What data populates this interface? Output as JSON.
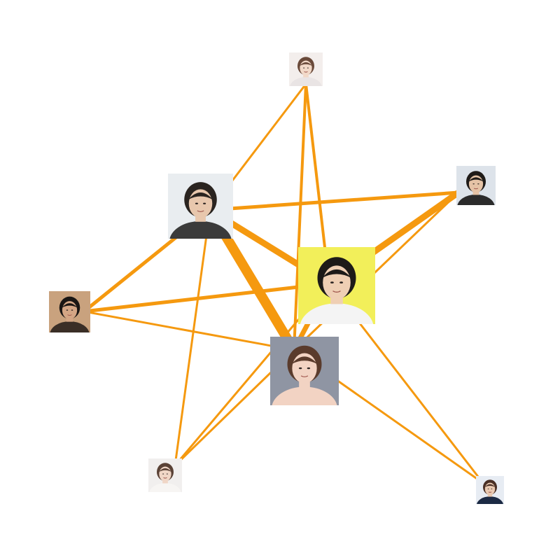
{
  "graph": {
    "edge_color": "#F5990F",
    "background": "#FFFFFF",
    "nodes": [
      {
        "id": "actor-a",
        "icon": "portrait-man-dark-hair-icon",
        "prominence": "large",
        "tones": {
          "bg": "#e9edf0",
          "skin": "#e8c7ad",
          "hair": "#2a2420",
          "cloth": "#3b3b3b"
        }
      },
      {
        "id": "actor-b",
        "icon": "portrait-man-yellow-background-icon",
        "prominence": "large",
        "tones": {
          "bg": "#f2ef5a",
          "skin": "#efcfb4",
          "hair": "#1d1a18",
          "cloth": "#f4f4f4"
        }
      },
      {
        "id": "actress-a",
        "icon": "portrait-woman-smiling-icon",
        "prominence": "large",
        "tones": {
          "bg": "#8f95a3",
          "skin": "#f2d3c3",
          "hair": "#5a3b2c",
          "cloth": "#f2d3c3"
        }
      },
      {
        "id": "actress-b",
        "icon": "portrait-woman-light-hair-icon",
        "prominence": "small",
        "tones": {
          "bg": "#f3eeec",
          "skin": "#f2d9c8",
          "hair": "#6a4a3a",
          "cloth": "#e9e4e4"
        }
      },
      {
        "id": "actor-c",
        "icon": "portrait-man-short-hair-icon",
        "prominence": "small",
        "tones": {
          "bg": "#dde3ea",
          "skin": "#e5c3a6",
          "hair": "#1f1b18",
          "cloth": "#2b2b2b"
        }
      },
      {
        "id": "actor-d",
        "icon": "portrait-man-beard-icon",
        "prominence": "small",
        "tones": {
          "bg": "#c9a27e",
          "skin": "#d4a685",
          "hair": "#1a1614",
          "cloth": "#3a2e26"
        }
      },
      {
        "id": "actress-c",
        "icon": "portrait-woman-white-top-icon",
        "prominence": "small",
        "tones": {
          "bg": "#f1efee",
          "skin": "#f0d6c6",
          "hair": "#5a4236",
          "cloth": "#f7f5f3"
        }
      },
      {
        "id": "actress-d",
        "icon": "portrait-woman-microphone-icon",
        "prominence": "small",
        "tones": {
          "bg": "#e7ecf3",
          "skin": "#e9c9b1",
          "hair": "#4a3026",
          "cloth": "#1c2a44"
        }
      }
    ],
    "edges": [
      {
        "source": "actor-a",
        "target": "actress-a",
        "strength": 14
      },
      {
        "source": "actor-b",
        "target": "actor-a",
        "strength": 9
      },
      {
        "source": "actor-b",
        "target": "actor-c",
        "strength": 9
      },
      {
        "source": "actor-a",
        "target": "actor-c",
        "strength": 5
      },
      {
        "source": "actor-d",
        "target": "actor-b",
        "strength": 5
      },
      {
        "source": "actor-d",
        "target": "actor-a",
        "strength": 5
      },
      {
        "source": "actor-b",
        "target": "actress-a",
        "strength": 7
      },
      {
        "source": "actor-d",
        "target": "actress-a",
        "strength": 3
      },
      {
        "source": "actress-b",
        "target": "actor-b",
        "strength": 4
      },
      {
        "source": "actress-b",
        "target": "actress-a",
        "strength": 4
      },
      {
        "source": "actress-b",
        "target": "actor-a",
        "strength": 3
      },
      {
        "source": "actor-c",
        "target": "actress-a",
        "strength": 3
      },
      {
        "source": "actress-c",
        "target": "actor-a",
        "strength": 3
      },
      {
        "source": "actress-c",
        "target": "actress-a",
        "strength": 3
      },
      {
        "source": "actress-c",
        "target": "actor-b",
        "strength": 3
      },
      {
        "source": "actress-d",
        "target": "actor-b",
        "strength": 3
      },
      {
        "source": "actress-d",
        "target": "actress-a",
        "strength": 3
      }
    ]
  }
}
